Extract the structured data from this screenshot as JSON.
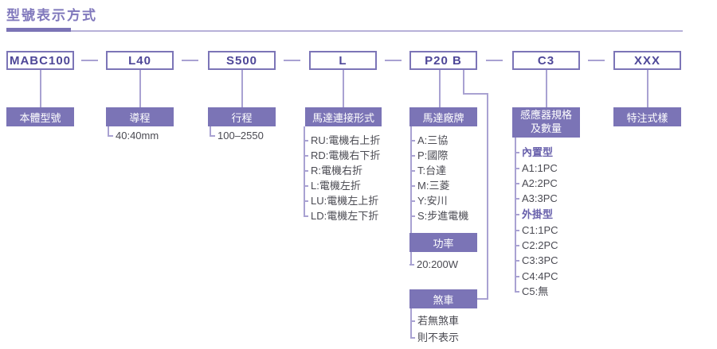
{
  "title": "型號表示方式",
  "colors": {
    "accent_purple": "#7b74b6",
    "line_purple": "#a9a2d2",
    "code_text": "#4e4798",
    "list_text": "#4a4a52"
  },
  "columns": [
    {
      "code": "MABC100",
      "label": "本體型號"
    },
    {
      "code": "L40",
      "label": "導程",
      "note": "40:40mm"
    },
    {
      "code": "S500",
      "label": "行程",
      "note": "100–2550"
    },
    {
      "code": "L",
      "label": "馬達連接形式",
      "items": [
        "RU:電機右上折",
        "RD:電機右下折",
        "R:電機右折",
        "L:電機左折",
        "LU:電機左上折",
        "LD:電機左下折"
      ]
    },
    {
      "code": "P20 B",
      "label": "馬達廠牌",
      "items": [
        "A:三協",
        "P:國際",
        "T:台達",
        "M:三菱",
        "Y:安川",
        "S:步進電機"
      ],
      "power": {
        "label": "功率",
        "value": "20:200W"
      },
      "brake": {
        "label": "煞車",
        "notes": [
          "若無煞車",
          "則不表示"
        ]
      }
    },
    {
      "code": "C3",
      "label_line1": "感應器規格",
      "label_line2": "及數量",
      "groups": [
        {
          "heading": "內置型",
          "items": [
            "A1:1PC",
            "A2:2PC",
            "A3:3PC"
          ]
        },
        {
          "heading": "外掛型",
          "items": [
            "C1:1PC",
            "C2:2PC",
            "C3:3PC",
            "C4:4PC",
            "C5:無"
          ]
        }
      ]
    },
    {
      "code": "XXX",
      "label": "特注式樣"
    }
  ]
}
